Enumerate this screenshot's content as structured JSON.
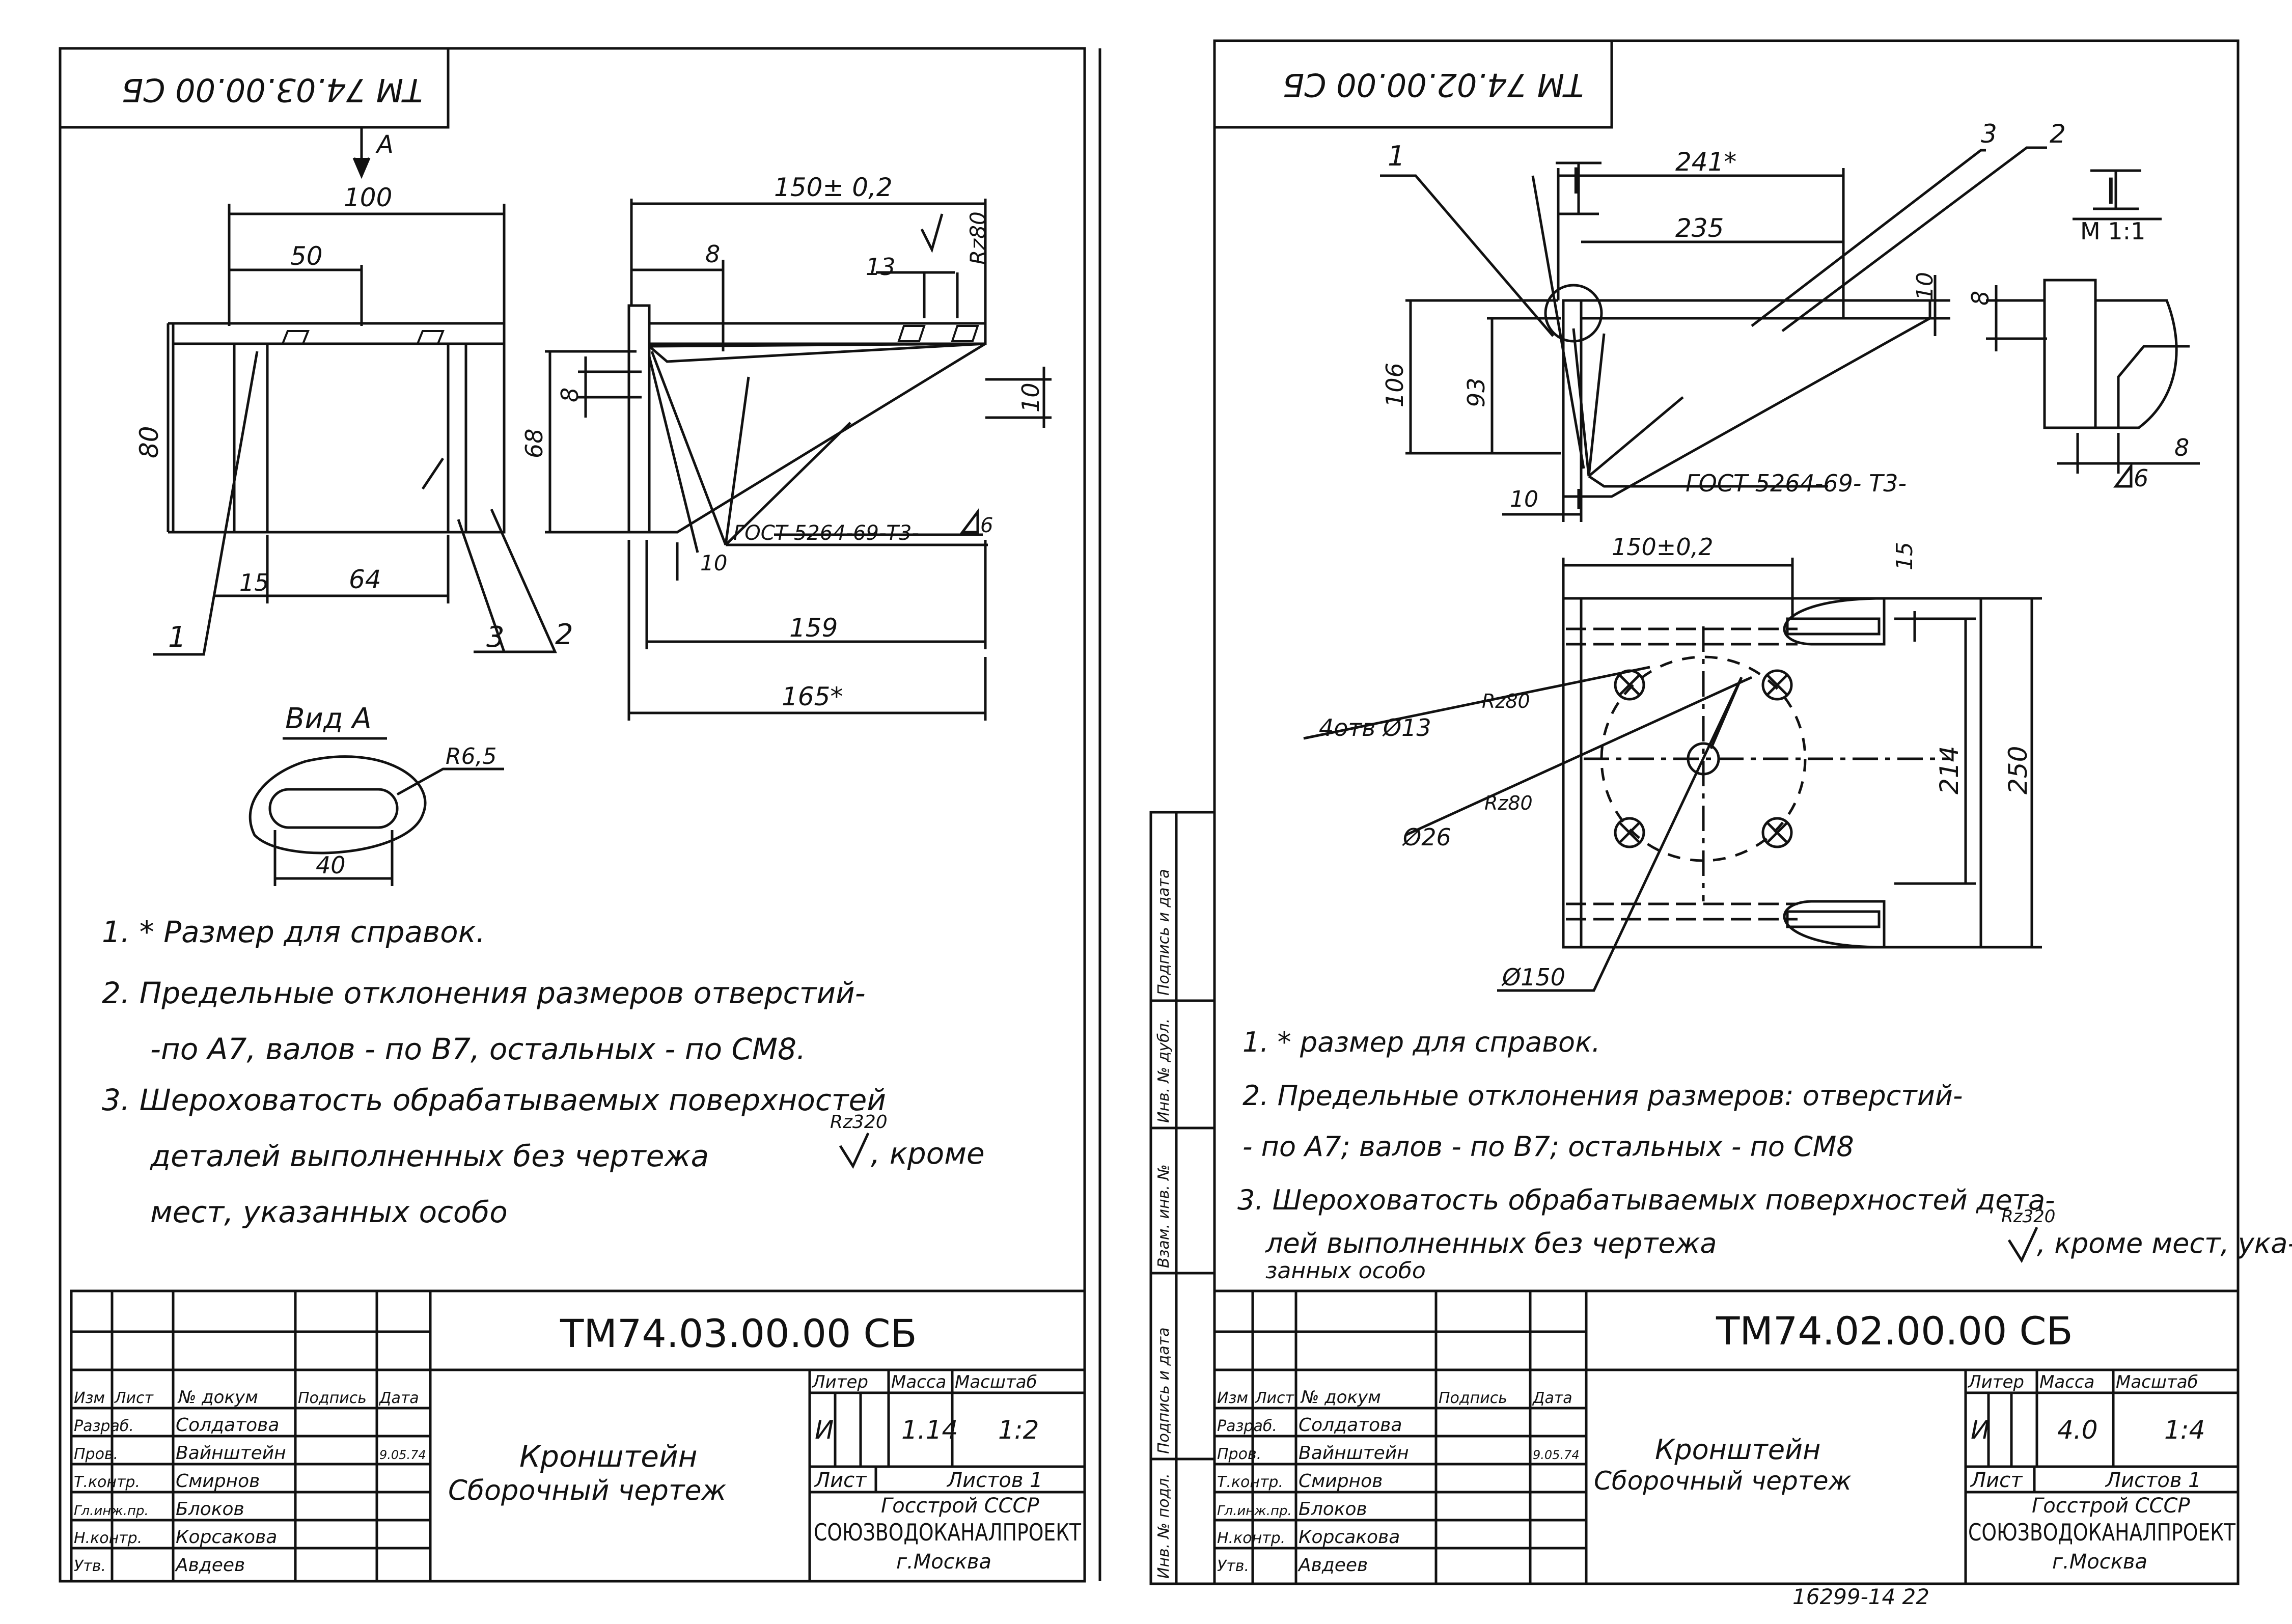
{
  "left_sheet": {
    "corner_code": "ТМ 74.03.00.00 СБ",
    "view_marker": "А",
    "dims": {
      "d100": "100",
      "d50": "50",
      "d80": "80",
      "d15": "15",
      "d64": "64",
      "d150": "150± 0,2",
      "d8": "8",
      "d13": "13",
      "rz80": "Rz80",
      "d68": "68",
      "d8b": "8",
      "d10a": "10",
      "d10b": "10",
      "d159": "159",
      "d165": "165*",
      "r65": "R6,5",
      "d40": "40"
    },
    "callouts": {
      "c1": "1",
      "c2": "2",
      "c3": "3"
    },
    "weld": "ГОСТ 5264-69-Т3-",
    "weld_leg": "6",
    "view_title": "Вид А",
    "notes": {
      "n1": "1. * Размер для справок.",
      "n2a": "2. Предельные отклонения размеров отверстий-",
      "n2b": "-по А7, валов - по В7, остальных - по СМ8.",
      "n3a": "3. Шероховатость обрабатываемых поверхностей",
      "n3b": "деталей выполненных без чертежа",
      "n3b2": ", кроме",
      "n3c": "мест, указанных особо",
      "rz320": "Rz320"
    },
    "title_block": {
      "code": "ТМ74.03.00.00 СБ",
      "name1": "Кронштейн",
      "name2": "Сборочный чертеж",
      "hdr": {
        "izm": "Изм",
        "list": "Лист",
        "ndoc": "№ докум",
        "podp": "Подпись",
        "data": "Дата"
      },
      "roles": [
        "Разраб.",
        "Пров.",
        "Т.контр.",
        "Гл.инж.пр.",
        "Н.контр.",
        "Утв."
      ],
      "names": [
        "Солдатова",
        "Вайнштейн",
        "Смирнов",
        "Блоков",
        "Корсакова",
        "Авдеев"
      ],
      "date": "9.05.74",
      "col_liter": "Литер",
      "col_massa": "Масса",
      "col_masshtab": "Масштаб",
      "liter": "И",
      "massa": "1.14",
      "masshtab": "1:2",
      "list": "Лист",
      "listov": "Листов 1",
      "org1": "Госстрой СССР",
      "org2": "СОЮЗВОДОКАНАЛПРОЕКТ",
      "org3": "г.Москва"
    }
  },
  "right_sheet": {
    "corner_code": "ТМ 74.02.00.00 СБ",
    "section_mark": "I",
    "scale_label": "М 1:1",
    "dims": {
      "d241": "241*",
      "d235": "235",
      "d10": "10",
      "d106": "106",
      "d93": "93",
      "d10b": "10",
      "d8a": "8",
      "d8b": "8",
      "d150": "150±0,2",
      "d15": "15",
      "d214": "214",
      "d250": "250",
      "holes": "4отв Ø13",
      "d26": "Ø26",
      "d150c": "Ø150",
      "rz1": "Rz80",
      "rz2": "Rz80"
    },
    "callouts": {
      "c1": "1",
      "c2": "2",
      "c3": "3"
    },
    "weld": "ГОСТ 5264-69- Т3-",
    "weld_leg": "6",
    "notes": {
      "n1": "1. * размер для справок.",
      "n2a": "2. Предельные отклонения размеров: отверстий-",
      "n2b": "- по А7; валов - по В7; остальных - по СМ8",
      "n3a": "3. Шероховатость обрабатываемых поверхностей дета-",
      "n3b": "лей выполненных без чертежа",
      "n3b2": ", кроме мест, ука-",
      "n3c": "занных особо",
      "rz320": "Rz320"
    },
    "side_stamp": [
      "Инв. № подл.",
      "Подпись и дата",
      "Взам. инв. №",
      "Инв. № дубл.",
      "Подпись и дата"
    ],
    "title_block": {
      "code": "ТМ74.02.00.00 СБ",
      "name1": "Кронштейн",
      "name2": "Сборочный чертеж",
      "hdr": {
        "izm": "Изм",
        "list": "Лист",
        "ndoc": "№ докум",
        "podp": "Подпись",
        "data": "Дата"
      },
      "roles": [
        "Разраб.",
        "Пров.",
        "Т.контр.",
        "Гл.инж.пр.",
        "Н.контр.",
        "Утв."
      ],
      "names": [
        "Солдатова",
        "Вайнштейн",
        "Смирнов",
        "Блоков",
        "Корсакова",
        "Авдеев"
      ],
      "date": "9.05.74",
      "col_liter": "Литер",
      "col_massa": "Масса",
      "col_masshtab": "Масштаб",
      "liter": "И",
      "massa": "4.0",
      "masshtab": "1:4",
      "list": "Лист",
      "listov": "Листов 1",
      "org1": "Госстрой СССР",
      "org2": "СОЮЗВОДОКАНАЛПРОЕКТ",
      "org3": "г.Москва"
    },
    "sheet_ref": "16299-14   22"
  }
}
